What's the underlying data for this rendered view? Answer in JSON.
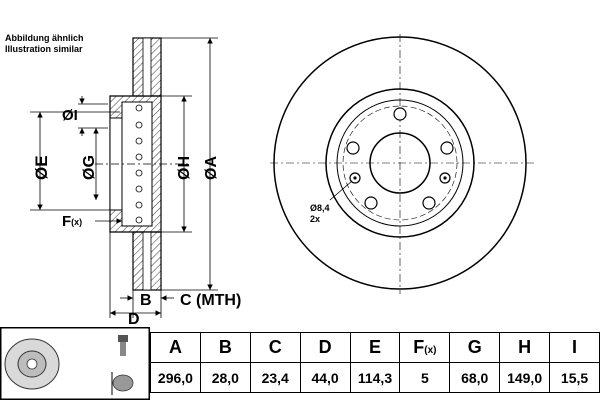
{
  "note": {
    "line1": "Abbildung ähnlich",
    "line2": "Illustration similar"
  },
  "side_view": {
    "labels": {
      "diam_i": "ØI",
      "diam_e": "ØE",
      "diam_g": "ØG",
      "diam_h": "ØH",
      "diam_a": "ØA",
      "f": "F",
      "f_sub": "(x)",
      "b": "B",
      "c": "C (MTH)",
      "d": "D"
    }
  },
  "front_view": {
    "hole_label": "Ø8,4",
    "hole_count": "2x"
  },
  "table": {
    "headers": [
      "A",
      "B",
      "C",
      "D",
      "E",
      "F",
      "G",
      "H",
      "I"
    ],
    "f_sub": "(x)",
    "values": [
      "296,0",
      "28,0",
      "23,4",
      "44,0",
      "114,3",
      "5",
      "68,0",
      "149,0",
      "15,5"
    ]
  }
}
